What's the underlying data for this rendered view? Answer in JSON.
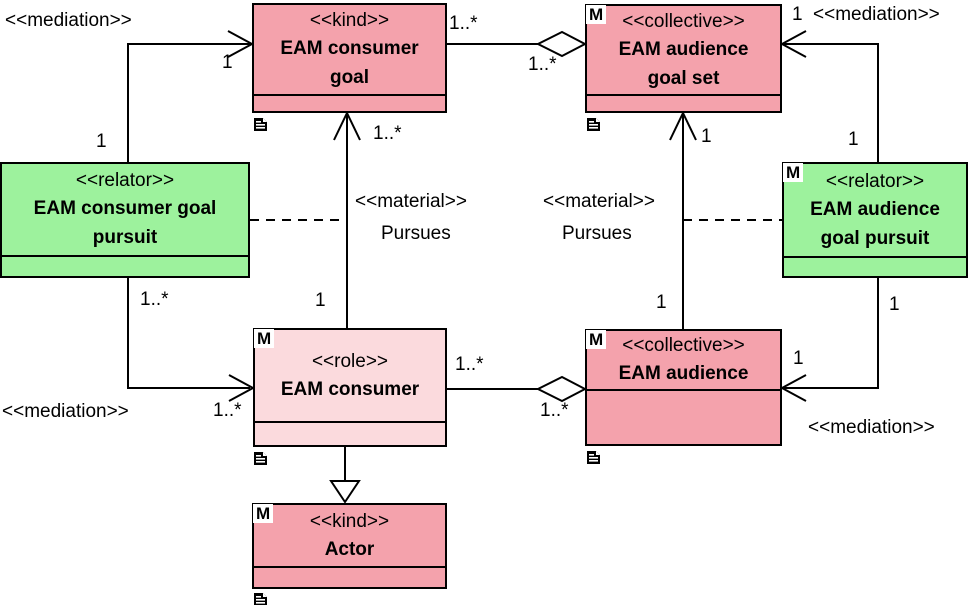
{
  "colors": {
    "kind_collective_fill": "#F4A2AC",
    "role_fill": "#FBDADD",
    "relator_fill": "#9DF29D",
    "line": "#000000",
    "background": "#FFFFFF"
  },
  "classes": {
    "eam_consumer_goal": {
      "stereotype": "<<kind>>",
      "name_line1": "EAM consumer",
      "name_line2": "goal"
    },
    "eam_audience_goal_set": {
      "marker": "M",
      "stereotype": "<<collective>>",
      "name_line1": "EAM audience",
      "name_line2": "goal set"
    },
    "eam_consumer_goal_pursuit": {
      "stereotype": "<<relator>>",
      "name_line1": "EAM consumer goal",
      "name_line2": "pursuit"
    },
    "eam_audience_goal_pursuit": {
      "marker": "M",
      "stereotype": "<<relator>>",
      "name_line1": "EAM audience",
      "name_line2": "goal pursuit"
    },
    "eam_consumer": {
      "marker": "M",
      "stereotype": "<<role>>",
      "name_line1": "EAM consumer"
    },
    "eam_audience": {
      "marker": "M",
      "stereotype": "<<collective>>",
      "name_line1": "EAM audience"
    },
    "actor": {
      "marker": "M",
      "stereotype": "<<kind>>",
      "name_line1": "Actor"
    }
  },
  "edge_labels": {
    "mediation_top_left": {
      "stereotype": "<<mediation>>",
      "mult_relator": "1",
      "mult_goal": "1"
    },
    "aggregation_top": {
      "mult_part": "1..*",
      "mult_whole": "1..*"
    },
    "mediation_top_right": {
      "mult_relator": "1",
      "stereotype": "<<mediation>>",
      "mult_goal_set": "1"
    },
    "pursues_left": {
      "stereotype": "<<material>>",
      "name": "Pursues",
      "mult_goal": "1..*",
      "mult_consumer": "1"
    },
    "pursues_right": {
      "stereotype": "<<material>>",
      "name": "Pursues",
      "mult_goal_set": "1",
      "mult_audience": "1"
    },
    "mediation_bottom_left": {
      "mult_relator": "1..*",
      "mult_consumer": "1..*",
      "stereotype": "<<mediation>>"
    },
    "aggregation_bottom": {
      "mult_part": "1..*",
      "mult_whole": "1..*"
    },
    "mediation_bottom_right": {
      "mult_relator": "1",
      "mult_audience": "1",
      "stereotype": "<<mediation>>"
    }
  }
}
